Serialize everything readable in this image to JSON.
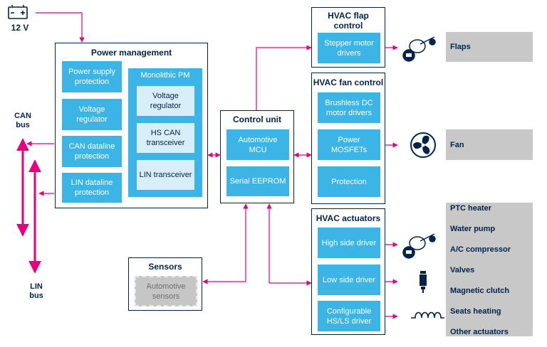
{
  "battery": {
    "label": "12 V"
  },
  "can_bus": {
    "label_line1": "CAN",
    "label_line2": "bus"
  },
  "lin_bus": {
    "label_line1": "LIN",
    "label_line2": "bus"
  },
  "power_management": {
    "title": "Power management",
    "blocks": [
      "Power supply protection",
      "Voltage regulator",
      "CAN dataline protection",
      "LIN dataline protection"
    ],
    "monolithic": {
      "title": "Monolithic PM",
      "blocks": [
        "Voltage regulator",
        "HS CAN transceiver",
        "LIN transceiver"
      ]
    }
  },
  "control_unit": {
    "title": "Control unit",
    "blocks": [
      "Automotive MCU",
      "Serial EEPROM"
    ]
  },
  "sensors": {
    "title": "Sensors",
    "block": "Automotive sensors"
  },
  "hvac_flap": {
    "title": "HVAC flap control",
    "blocks": [
      "Stepper motor drivers"
    ]
  },
  "hvac_fan": {
    "title": "HVAC fan control",
    "blocks": [
      "Brushless DC motor drivers",
      "Power MOSFETs",
      "Protection"
    ]
  },
  "hvac_actuators": {
    "title": "HVAC actuators",
    "blocks": [
      "High side driver",
      "Low side driver",
      "Configurable HS/LS driver"
    ]
  },
  "outputs": {
    "flaps": "Flaps",
    "fan": "Fan",
    "actuators": [
      "PTC heater",
      "Water pump",
      "A/C compressor",
      "Valves",
      "Magnetic clutch",
      "Seats heating",
      "Other actuators"
    ]
  },
  "colors": {
    "navy": "#03234b",
    "blue": "#3cb4e6",
    "magenta": "#e6007e",
    "gray": "#c8c8c8"
  },
  "icons": [
    "battery-icon",
    "motor-icon",
    "fan-icon",
    "injector-icon",
    "coil-icon"
  ]
}
